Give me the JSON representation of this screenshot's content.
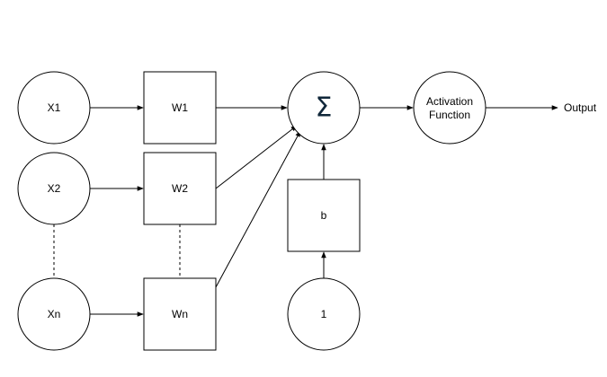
{
  "inputs": {
    "x1": "X1",
    "x2": "X2",
    "xn": "Xn"
  },
  "weights": {
    "w1": "W1",
    "w2": "W2",
    "wn": "Wn"
  },
  "summation": {
    "symbol": "Σ"
  },
  "bias": {
    "label": "b",
    "input": "1"
  },
  "activation": {
    "line1": "Activation",
    "line2": "Function"
  },
  "output": {
    "label": "Output"
  },
  "colors": {
    "stroke": "#000000",
    "sigma": "#10273a",
    "background": "#ffffff"
  }
}
